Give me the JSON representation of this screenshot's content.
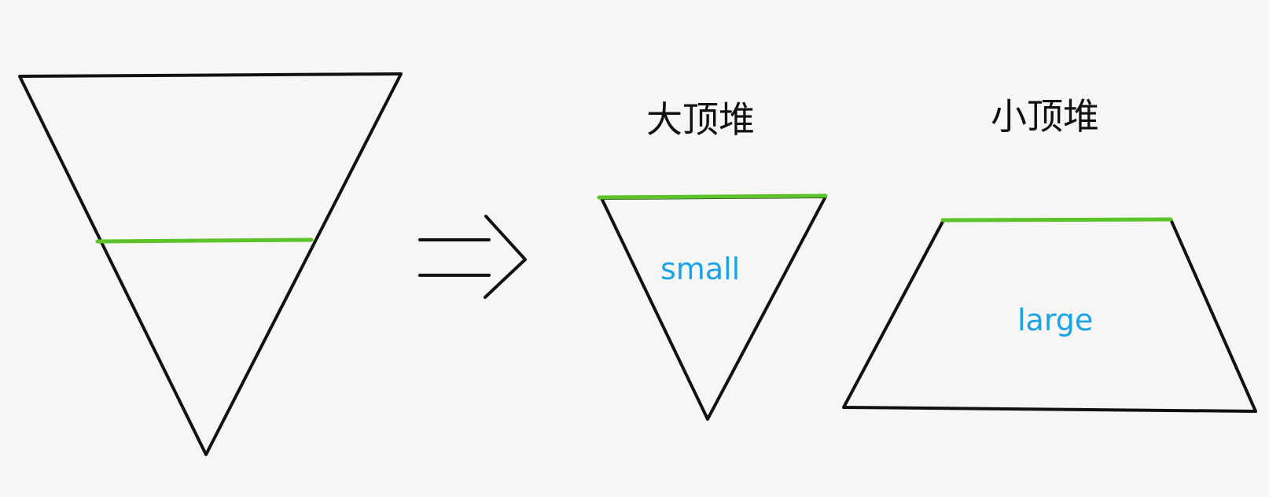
{
  "labels": {
    "max_heap": "大顶堆",
    "min_heap": "小顶堆",
    "small": "small",
    "large": "large"
  },
  "colors": {
    "stroke": "#111111",
    "divider": "#5cc42a",
    "text_blue": "#1aa3e8",
    "background": "#f6f6f4"
  }
}
